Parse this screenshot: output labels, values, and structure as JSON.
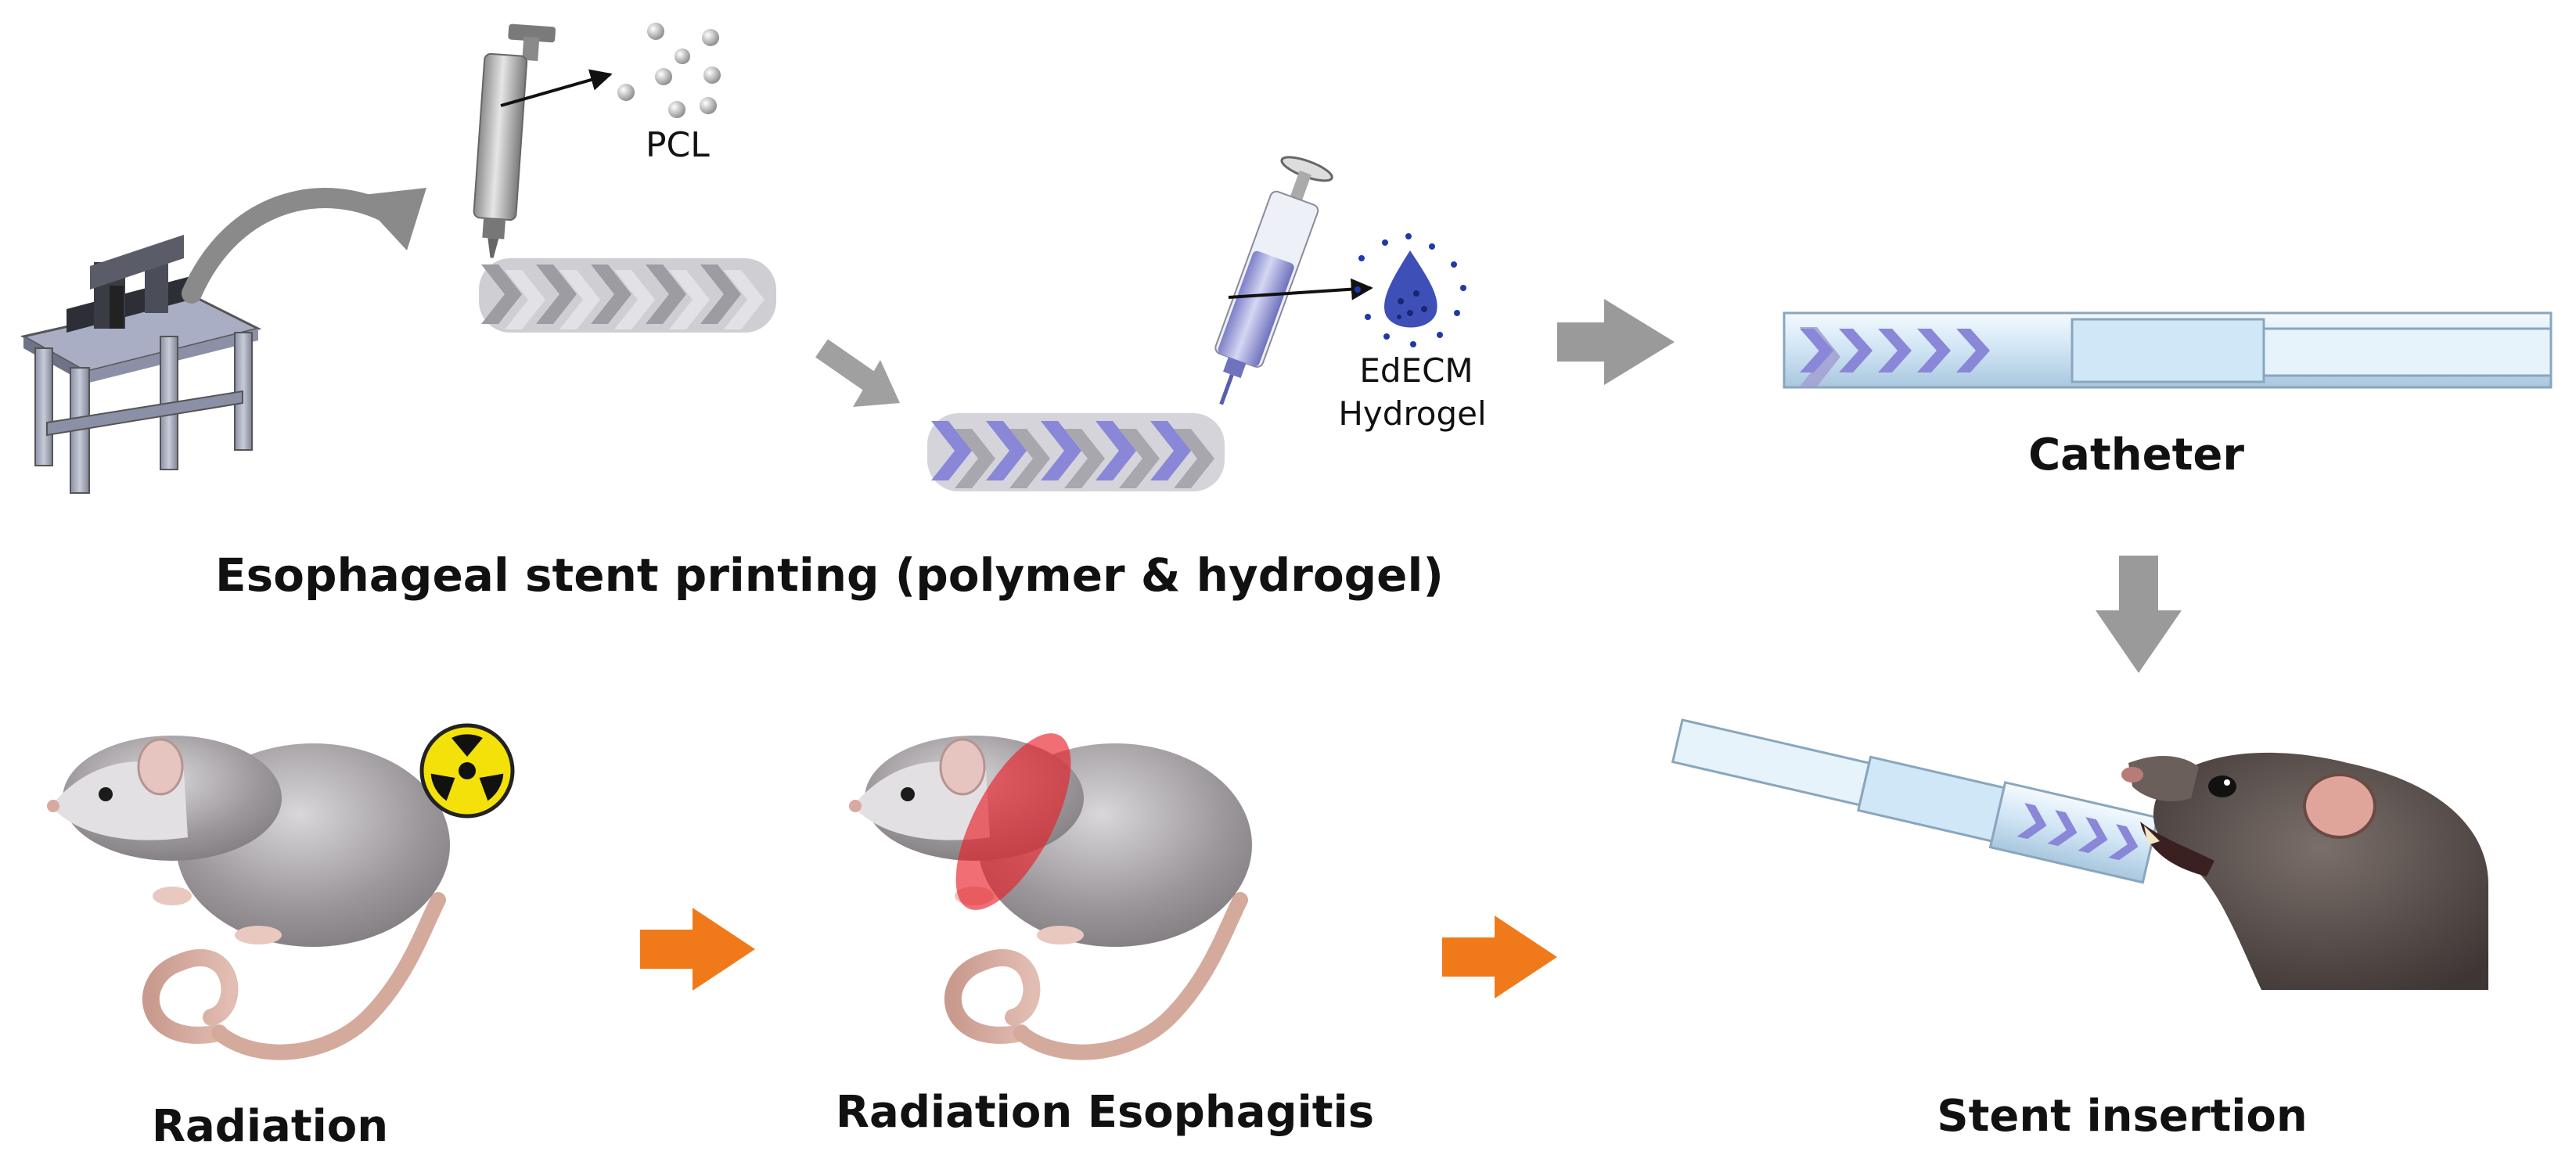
{
  "labels": {
    "pcl": "PCL",
    "edecm_line1": "EdECM",
    "edecm_line2": "Hydrogel",
    "printing_step": "Esophageal stent printing (polymer & hydrogel)",
    "catheter": "Catheter",
    "radiation": "Radiation",
    "radiation_esophagitis": "Radiation Esophagitis",
    "stent_insertion": "Stent insertion"
  },
  "colors": {
    "gray_arrow": "#9a9a9a",
    "orange_arrow": "#f07a1a",
    "radiation_zone": "#e8202a",
    "hydrogel_blue": "#3f4fb8",
    "stent_gray": "#b8b8bc",
    "stent_purple": "#8a86d8",
    "tube": "#dcecf7",
    "radiation_symbol": "#f5e10a"
  },
  "icons": {
    "printer": "3d-printer-icon",
    "syringe_pcl": "syringe-icon",
    "syringe_hydrogel": "syringe-icon",
    "radiation_symbol": "radiation-trefoil-icon",
    "rat": "rat-icon"
  }
}
